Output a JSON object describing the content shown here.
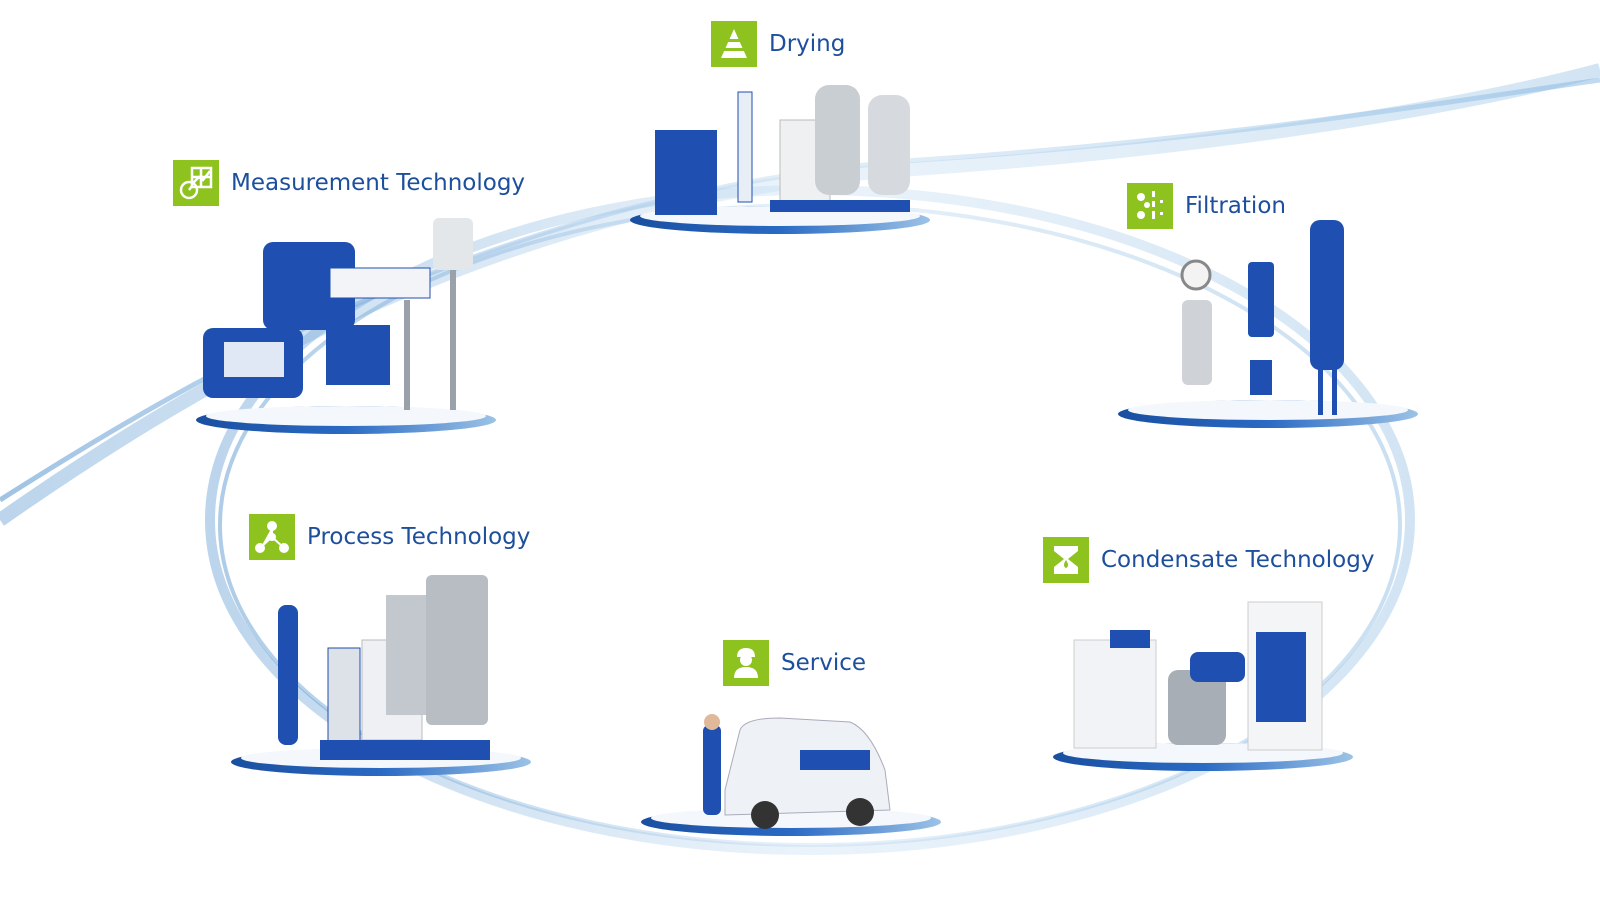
{
  "categories": [
    {
      "id": "drying",
      "label": "Drying",
      "icon": "drying-cone-icon"
    },
    {
      "id": "measurement",
      "label": "Measurement Technology",
      "icon": "measurement-gauge-icon"
    },
    {
      "id": "filtration",
      "label": "Filtration",
      "icon": "filtration-particles-icon"
    },
    {
      "id": "process",
      "label": "Process Technology",
      "icon": "process-nodes-icon"
    },
    {
      "id": "condensate",
      "label": "Condensate Technology",
      "icon": "condensate-drop-icon"
    },
    {
      "id": "service",
      "label": "Service",
      "icon": "service-person-icon"
    }
  ],
  "colors": {
    "accent_green": "#8dc21f",
    "label_blue": "#1d4f9c",
    "product_blue": "#1f4fb0",
    "swoosh": "#9cc3e6"
  }
}
